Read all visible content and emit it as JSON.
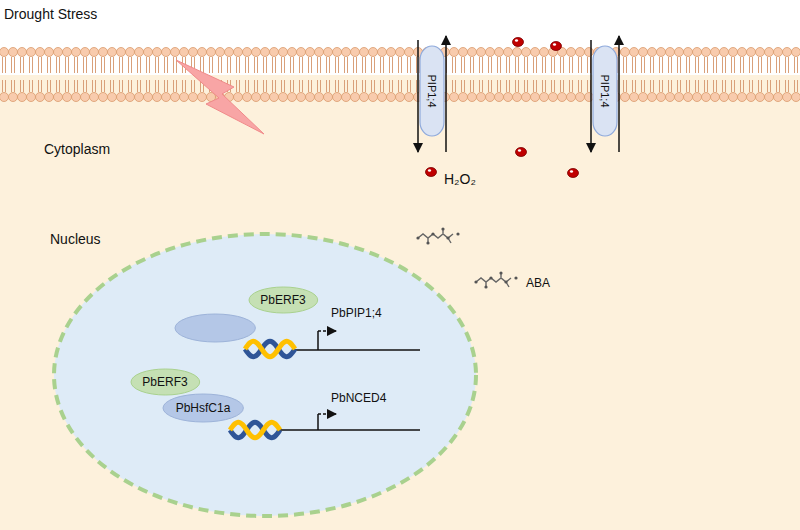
{
  "diagram": {
    "nodes": [
      {
        "text": [
          "PIP1;4"
        ]
      },
      {
        "text": [
          "PIP1;4"
        ]
      },
      {
        "text": [
          "Nucleus"
        ]
      },
      {
        "text": [
          "PbHsfC1a"
        ],
        "in": 2
      },
      {
        "text": [
          "PbERF3"
        ],
        "in": 2
      },
      {
        "text": [
          "PbERF3"
        ],
        "in": 2
      },
      {
        "text": [
          "PbHsfC1a"
        ],
        "in": 2
      }
    ],
    "labels": [
      "Drought Stress",
      "Cytoplasm",
      "H₂O₂",
      "ABA",
      "PbPIP1;4",
      "PbNCED4"
    ]
  }
}
